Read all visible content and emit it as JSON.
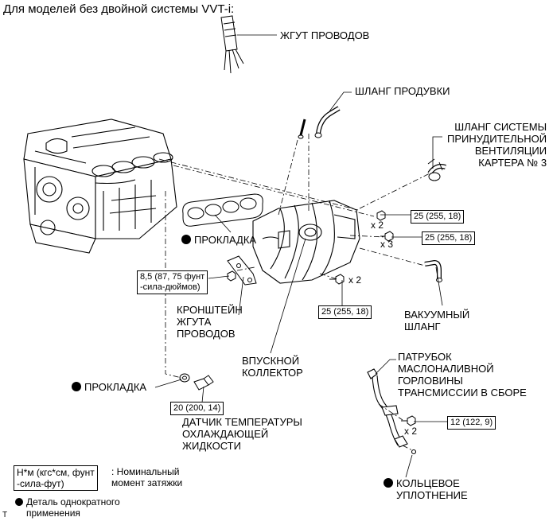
{
  "header": "Для моделей без двойной системы VVT-i:",
  "parts": {
    "wire_harness": "ЖГУТ ПРОВОДОВ",
    "purge_hose": "ШЛАНГ ПРОДУВКИ",
    "pcv_hose": "ШЛАНГ СИСТЕМЫ\nПРИНУДИТЕЛЬНОЙ\nВЕНТИЛЯЦИИ\nКАРТЕРА № 3",
    "gasket_upper": "ПРОКЛАДКА",
    "bracket": "КРОНШТЕЙН\nЖГУТА\nПРОВОДОВ",
    "vacuum_hose": "ВАКУУМНЫЙ\nШЛАНГ",
    "intake_manifold": "ВПУСКНОЙ\nКОЛЛЕКТОР",
    "gasket_lower": "ПРОКЛАДКА",
    "oil_filler": "ПАТРУБОК\nМАСЛОНАЛИВНОЙ\nГОРЛОВИНЫ\nТРАНСМИССИИ В СБОРЕ",
    "coolant_sensor": "ДАТЧИК ТЕМПЕРАТУРЫ\nОХЛАЖДАЮЩЕЙ\nЖИДКОСТИ",
    "o_ring": "КОЛЬЦЕВОЕ\nУПЛОТНЕНИЕ"
  },
  "torques": {
    "t1": "25 (255, 18)",
    "t2": "25 (255, 18)",
    "t3": "8,5 (87, 75 фунт\n-сила-дюймов)",
    "t4": "25 (255, 18)",
    "t5": "20 (200, 14)",
    "t6": "12 (122, 9)"
  },
  "multipliers": {
    "m1": "x 2",
    "m2": "x 3",
    "m3": "x 2",
    "m4": "x 2"
  },
  "legend": {
    "unit_box": "Н*м (кгс*см, фунт\n-сила-фут)",
    "unit_desc": ": Номинальный\nмомент затяжки",
    "single_use": "Деталь однократного\nприменения",
    "corner_mark": "T"
  }
}
